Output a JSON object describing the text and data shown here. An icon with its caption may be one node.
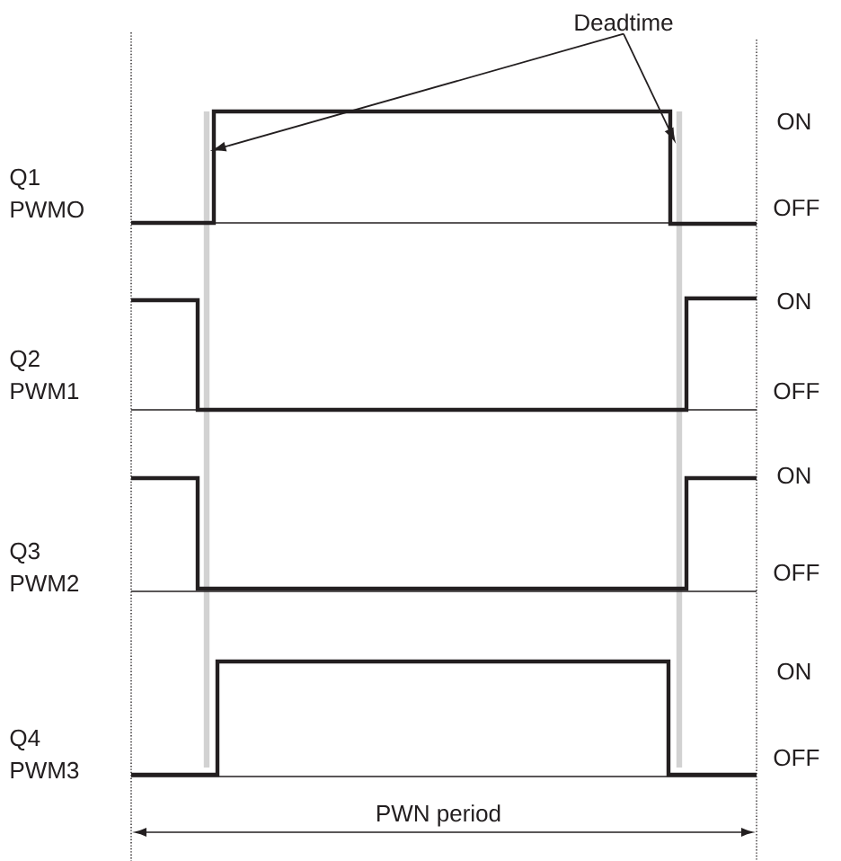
{
  "diagram": {
    "nodes": [
      {
        "text": [
          "Deadtime"
        ]
      },
      {
        "text": [],
        "shape": "bar"
      },
      {
        "text": [],
        "shape": "bar"
      }
    ],
    "edges": [
      {
        "from": 0,
        "to": 1,
        "arrow": "to"
      },
      {
        "from": 0,
        "to": 2,
        "arrow": "to"
      }
    ],
    "labels": [
      "Q1 PWMO",
      "ON",
      "OFF",
      "Q2 PWM1",
      "ON",
      "OFF",
      "Q3 PWM2",
      "ON",
      "OFF",
      "Q4 PWM3",
      "ON",
      "OFF",
      "PWN period"
    ]
  }
}
